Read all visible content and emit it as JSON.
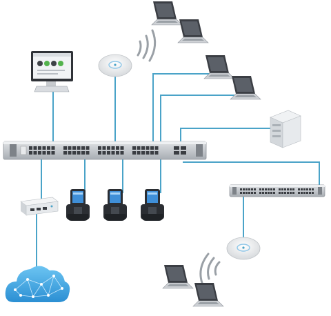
{
  "diagram": {
    "title": "",
    "colors": {
      "cable": "#4aa3c8",
      "switch_body": "#c9ccd0",
      "switch_dark": "#8b9096",
      "port": "#3a3d42",
      "device_white": "#f4f5f6",
      "laptop_dark": "#3b3e44",
      "phone_dark": "#2b2e33",
      "phone_screen": "#3f8fd8",
      "cloud": "#3ea9e6",
      "wifi_gray": "#9aa0a6"
    },
    "nodes": [
      {
        "name": "main-switch",
        "icon": "rack-switch-48-port"
      },
      {
        "name": "secondary-switch",
        "icon": "rack-switch-24-port"
      },
      {
        "name": "management-monitor",
        "icon": "desktop-monitor-icon"
      },
      {
        "name": "access-point-top",
        "icon": "ceiling-access-point-icon"
      },
      {
        "name": "access-point-bottom",
        "icon": "ceiling-access-point-icon"
      },
      {
        "name": "server",
        "icon": "server-tower-icon"
      },
      {
        "name": "router",
        "icon": "router-box-icon"
      },
      {
        "name": "internet-cloud",
        "icon": "cloud-icon"
      },
      {
        "name": "voip-phone-1",
        "icon": "ip-phone-icon"
      },
      {
        "name": "voip-phone-2",
        "icon": "ip-phone-icon"
      },
      {
        "name": "voip-phone-3",
        "icon": "ip-phone-icon"
      },
      {
        "name": "laptop-wireless-1",
        "icon": "laptop-icon"
      },
      {
        "name": "laptop-wireless-2",
        "icon": "laptop-icon"
      },
      {
        "name": "laptop-wired-1",
        "icon": "laptop-icon"
      },
      {
        "name": "laptop-wired-2",
        "icon": "laptop-icon"
      },
      {
        "name": "laptop-wireless-3",
        "icon": "laptop-icon"
      },
      {
        "name": "laptop-wireless-4",
        "icon": "laptop-icon"
      }
    ],
    "links": [
      {
        "from": "main-switch",
        "to": "management-monitor",
        "type": "wired"
      },
      {
        "from": "main-switch",
        "to": "access-point-top",
        "type": "wired"
      },
      {
        "from": "main-switch",
        "to": "laptop-wired-1",
        "type": "wired"
      },
      {
        "from": "main-switch",
        "to": "laptop-wired-2",
        "type": "wired"
      },
      {
        "from": "main-switch",
        "to": "server",
        "type": "wired"
      },
      {
        "from": "main-switch",
        "to": "secondary-switch",
        "type": "wired"
      },
      {
        "from": "main-switch",
        "to": "router",
        "type": "wired"
      },
      {
        "from": "main-switch",
        "to": "voip-phone-1",
        "type": "wired"
      },
      {
        "from": "main-switch",
        "to": "voip-phone-2",
        "type": "wired"
      },
      {
        "from": "main-switch",
        "to": "voip-phone-3",
        "type": "wired"
      },
      {
        "from": "router",
        "to": "internet-cloud",
        "type": "wired"
      },
      {
        "from": "secondary-switch",
        "to": "access-point-bottom",
        "type": "wired"
      },
      {
        "from": "access-point-top",
        "to": "laptop-wireless-1",
        "type": "wireless"
      },
      {
        "from": "access-point-top",
        "to": "laptop-wireless-2",
        "type": "wireless"
      },
      {
        "from": "access-point-bottom",
        "to": "laptop-wireless-3",
        "type": "wireless"
      },
      {
        "from": "access-point-bottom",
        "to": "laptop-wireless-4",
        "type": "wireless"
      }
    ]
  }
}
